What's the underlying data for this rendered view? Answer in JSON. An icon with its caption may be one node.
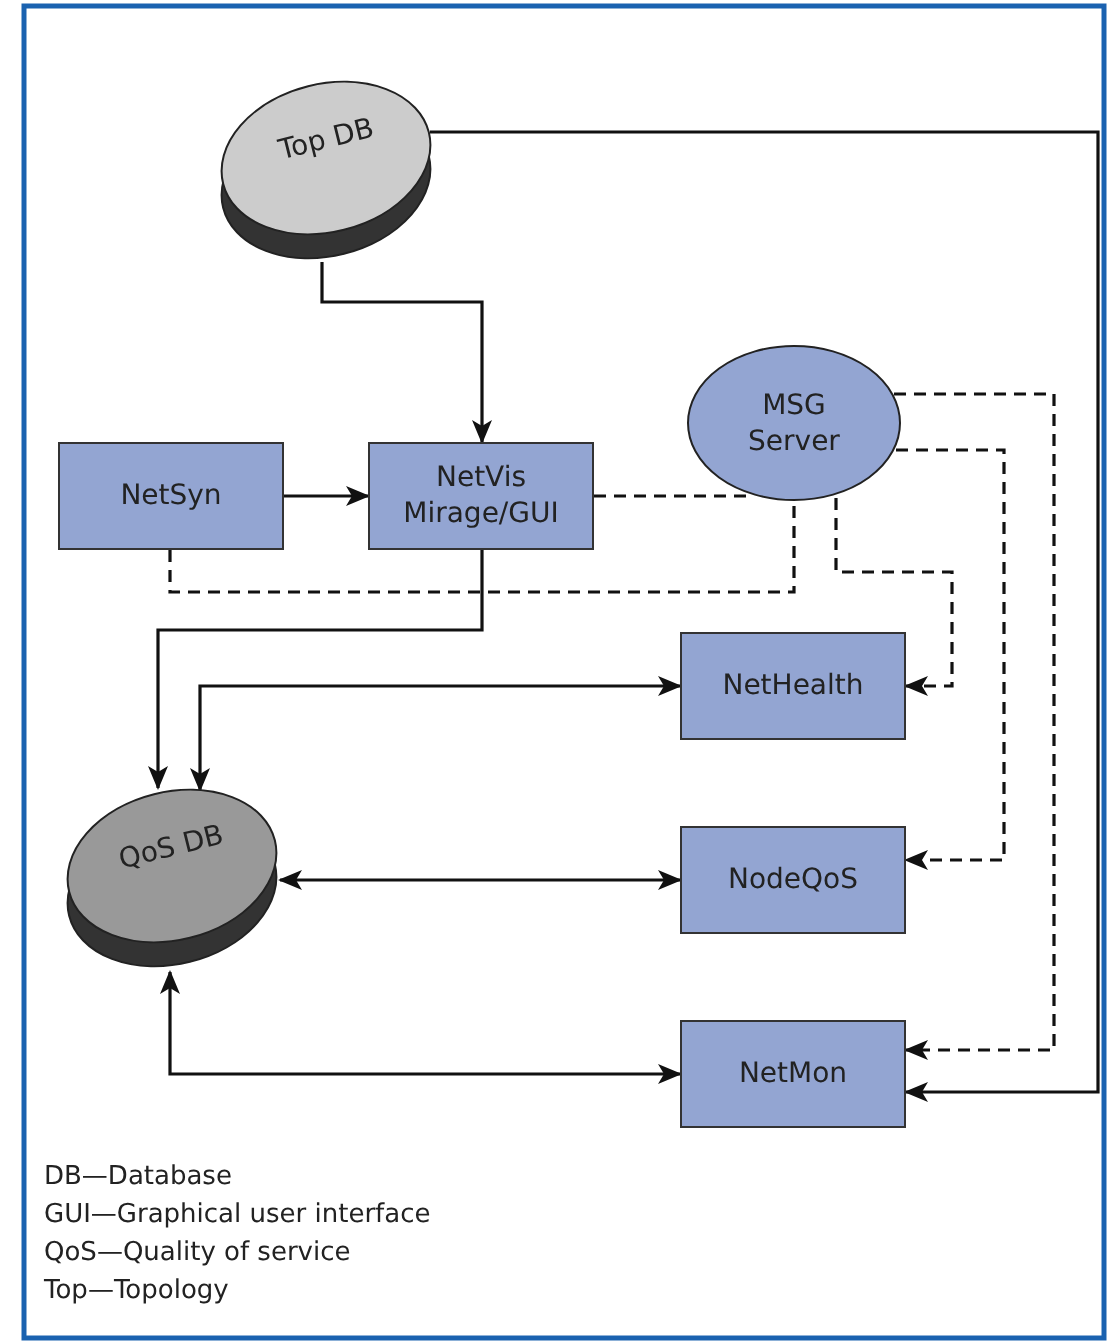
{
  "diagram": {
    "nodes": [
      {
        "text": [
          "Top DB"
        ]
      },
      {
        "text": [
          "NetSyn"
        ]
      },
      {
        "text": [
          "NetVis Mirage/GUI"
        ]
      },
      {
        "text": [
          "MSG Server"
        ]
      },
      {
        "text": [
          "NetHealth"
        ]
      },
      {
        "text": [
          "QoS DB"
        ]
      },
      {
        "text": [
          "NodeQoS"
        ]
      },
      {
        "text": [
          "NetMon"
        ]
      }
    ],
    "edges": [
      {
        "from": 0,
        "to": 2,
        "arrow": "to"
      },
      {
        "from": 0,
        "to": 7,
        "arrow": "to"
      },
      {
        "from": 1,
        "to": 2,
        "arrow": "to"
      },
      {
        "from": 2,
        "to": 3,
        "arrow": "none",
        "style": "dashed"
      },
      {
        "from": 1,
        "to": 3,
        "arrow": "none",
        "style": "dashed"
      },
      {
        "from": 2,
        "to": 5,
        "arrow": "to"
      },
      {
        "from": 5,
        "to": 4,
        "arrow": "both"
      },
      {
        "from": 3,
        "to": 4,
        "arrow": "to",
        "style": "dashed"
      },
      {
        "from": 3,
        "to": 6,
        "arrow": "to",
        "style": "dashed"
      },
      {
        "from": 3,
        "to": 7,
        "arrow": "to",
        "style": "dashed"
      },
      {
        "from": 5,
        "to": 6,
        "arrow": "both"
      },
      {
        "from": 5,
        "to": 7,
        "arrow": "both"
      }
    ],
    "labels": [
      "DB—Database",
      "GUI—Graphical user interface",
      "QoS—Quality of service",
      "Top—Topology"
    ]
  }
}
